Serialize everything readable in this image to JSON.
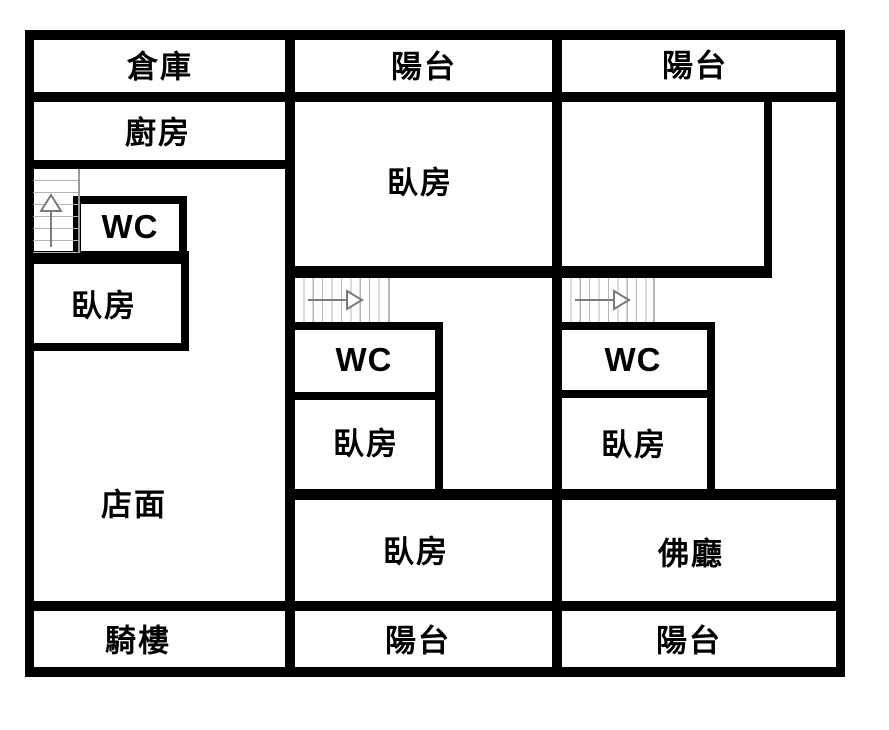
{
  "rooms": {
    "storage": "倉庫",
    "kitchen": "廚房",
    "balcony_top_middle": "陽台",
    "balcony_top_right": "陽台",
    "bedroom_middle_large": "臥房",
    "wc_left": "WC",
    "wc_middle": "WC",
    "wc_right": "WC",
    "bedroom_left": "臥房",
    "bedroom_middle_small": "臥房",
    "bedroom_right_small": "臥房",
    "storefront": "店面",
    "bedroom_middle_lower": "臥房",
    "buddha_hall": "佛廳",
    "arcade": "騎樓",
    "balcony_bottom_middle": "陽台",
    "balcony_bottom_right": "陽台"
  },
  "icons": {
    "left_staircase_arrow": "up-arrow",
    "middle_staircase_arrow": "right-arrow",
    "right_staircase_arrow": "right-arrow"
  },
  "colors": {
    "wall": "#000000",
    "background": "#ffffff",
    "stair_tread": "#b5b5b5",
    "stair_edge": "#999999",
    "arrow": "#7a7a7a",
    "text": "#000000"
  }
}
